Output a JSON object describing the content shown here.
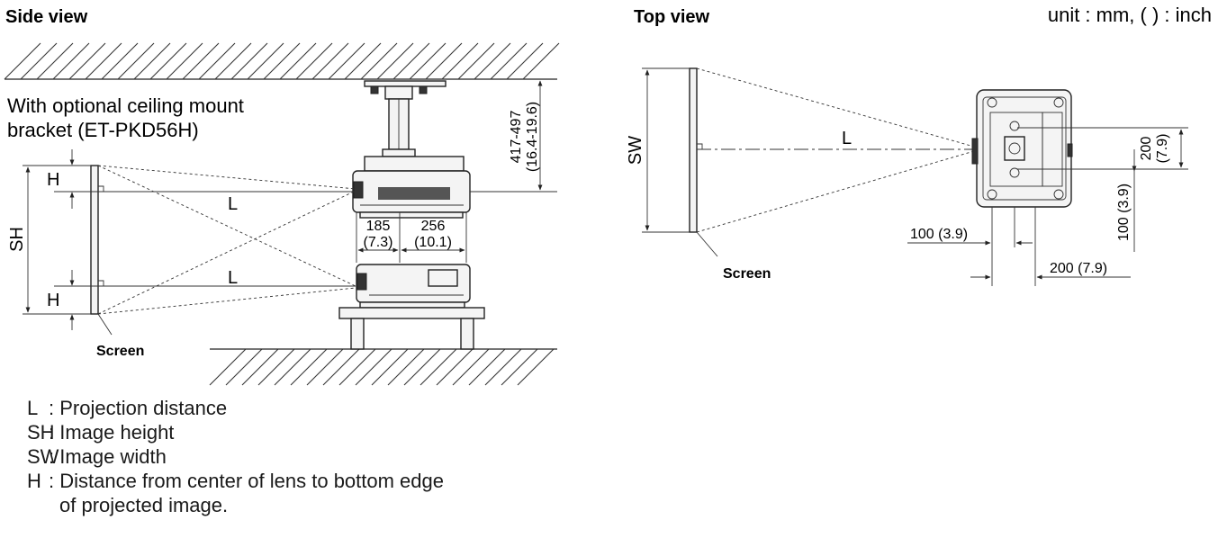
{
  "side_view": {
    "title": "Side view",
    "bracket_line1": "With optional ceiling mount",
    "bracket_line2": "bracket (ET-PKD56H)",
    "label_h": "H",
    "label_sh": "SH",
    "label_l": "L",
    "screen_label": "Screen",
    "dim_mount_mm": "417-497",
    "dim_mount_in": "(16.4-19.6)",
    "dim_left_mm": "185",
    "dim_left_in": "(7.3)",
    "dim_right_mm": "256",
    "dim_right_in": "(10.1)"
  },
  "top_view": {
    "title": "Top view",
    "units": "unit : mm, ( ) : inch",
    "label_sw": "SW",
    "label_l": "L",
    "screen_label": "Screen",
    "dim_200_a_mm": "200",
    "dim_200_a_in": "(7.9)",
    "dim_100_v": "100 (3.9)",
    "dim_100_h": "100 (3.9)",
    "dim_200_h": "200 (7.9)"
  },
  "legend": [
    {
      "key": "L",
      "text": ": Projection distance"
    },
    {
      "key": "SH",
      "text": ": Image height"
    },
    {
      "key": "SW",
      "text": ": Image width"
    },
    {
      "key": "H",
      "text": ": Distance from center of lens to bottom edge"
    },
    {
      "key": "",
      "text": "of projected image."
    }
  ]
}
